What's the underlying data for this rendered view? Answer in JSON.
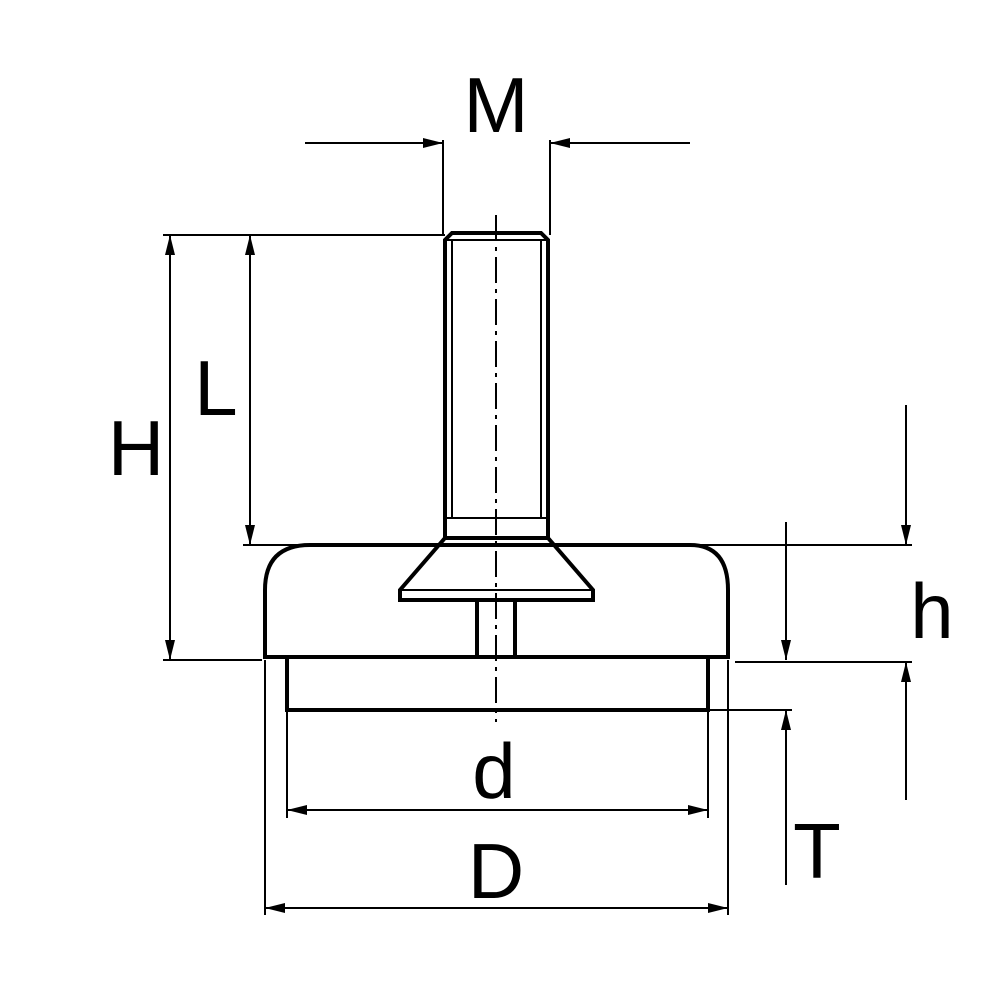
{
  "labels": {
    "M": "M",
    "H": "H",
    "L": "L",
    "h": "h",
    "T": "T",
    "d": "d",
    "D": "D"
  },
  "colors": {
    "line": "#000000",
    "background": "#ffffff"
  }
}
